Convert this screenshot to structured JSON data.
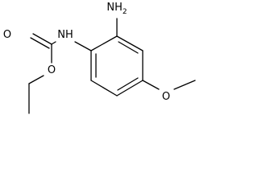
{
  "molecule": {
    "atoms": {
      "nh2": "NH2",
      "nh": "NH",
      "carbonyl_o": "O",
      "ester_o": "O",
      "methoxy_o": "O"
    },
    "colors": {
      "bond": "#000000",
      "label": "#000000",
      "background": "#ffffff"
    }
  }
}
